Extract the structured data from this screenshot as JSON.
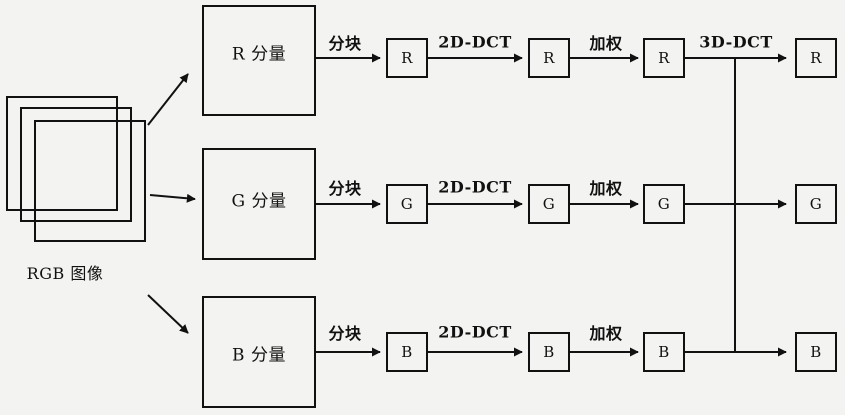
{
  "diagram": {
    "source_label": "RGB 图像",
    "components": [
      "R 分量",
      "G 分量",
      "B 分量"
    ],
    "steps": {
      "split": "分块",
      "dct2d": "2D-DCT",
      "weight": "加权",
      "dct3d": "3D-DCT"
    },
    "blocks": [
      "R",
      "G",
      "B"
    ],
    "line_color": "#111111"
  }
}
